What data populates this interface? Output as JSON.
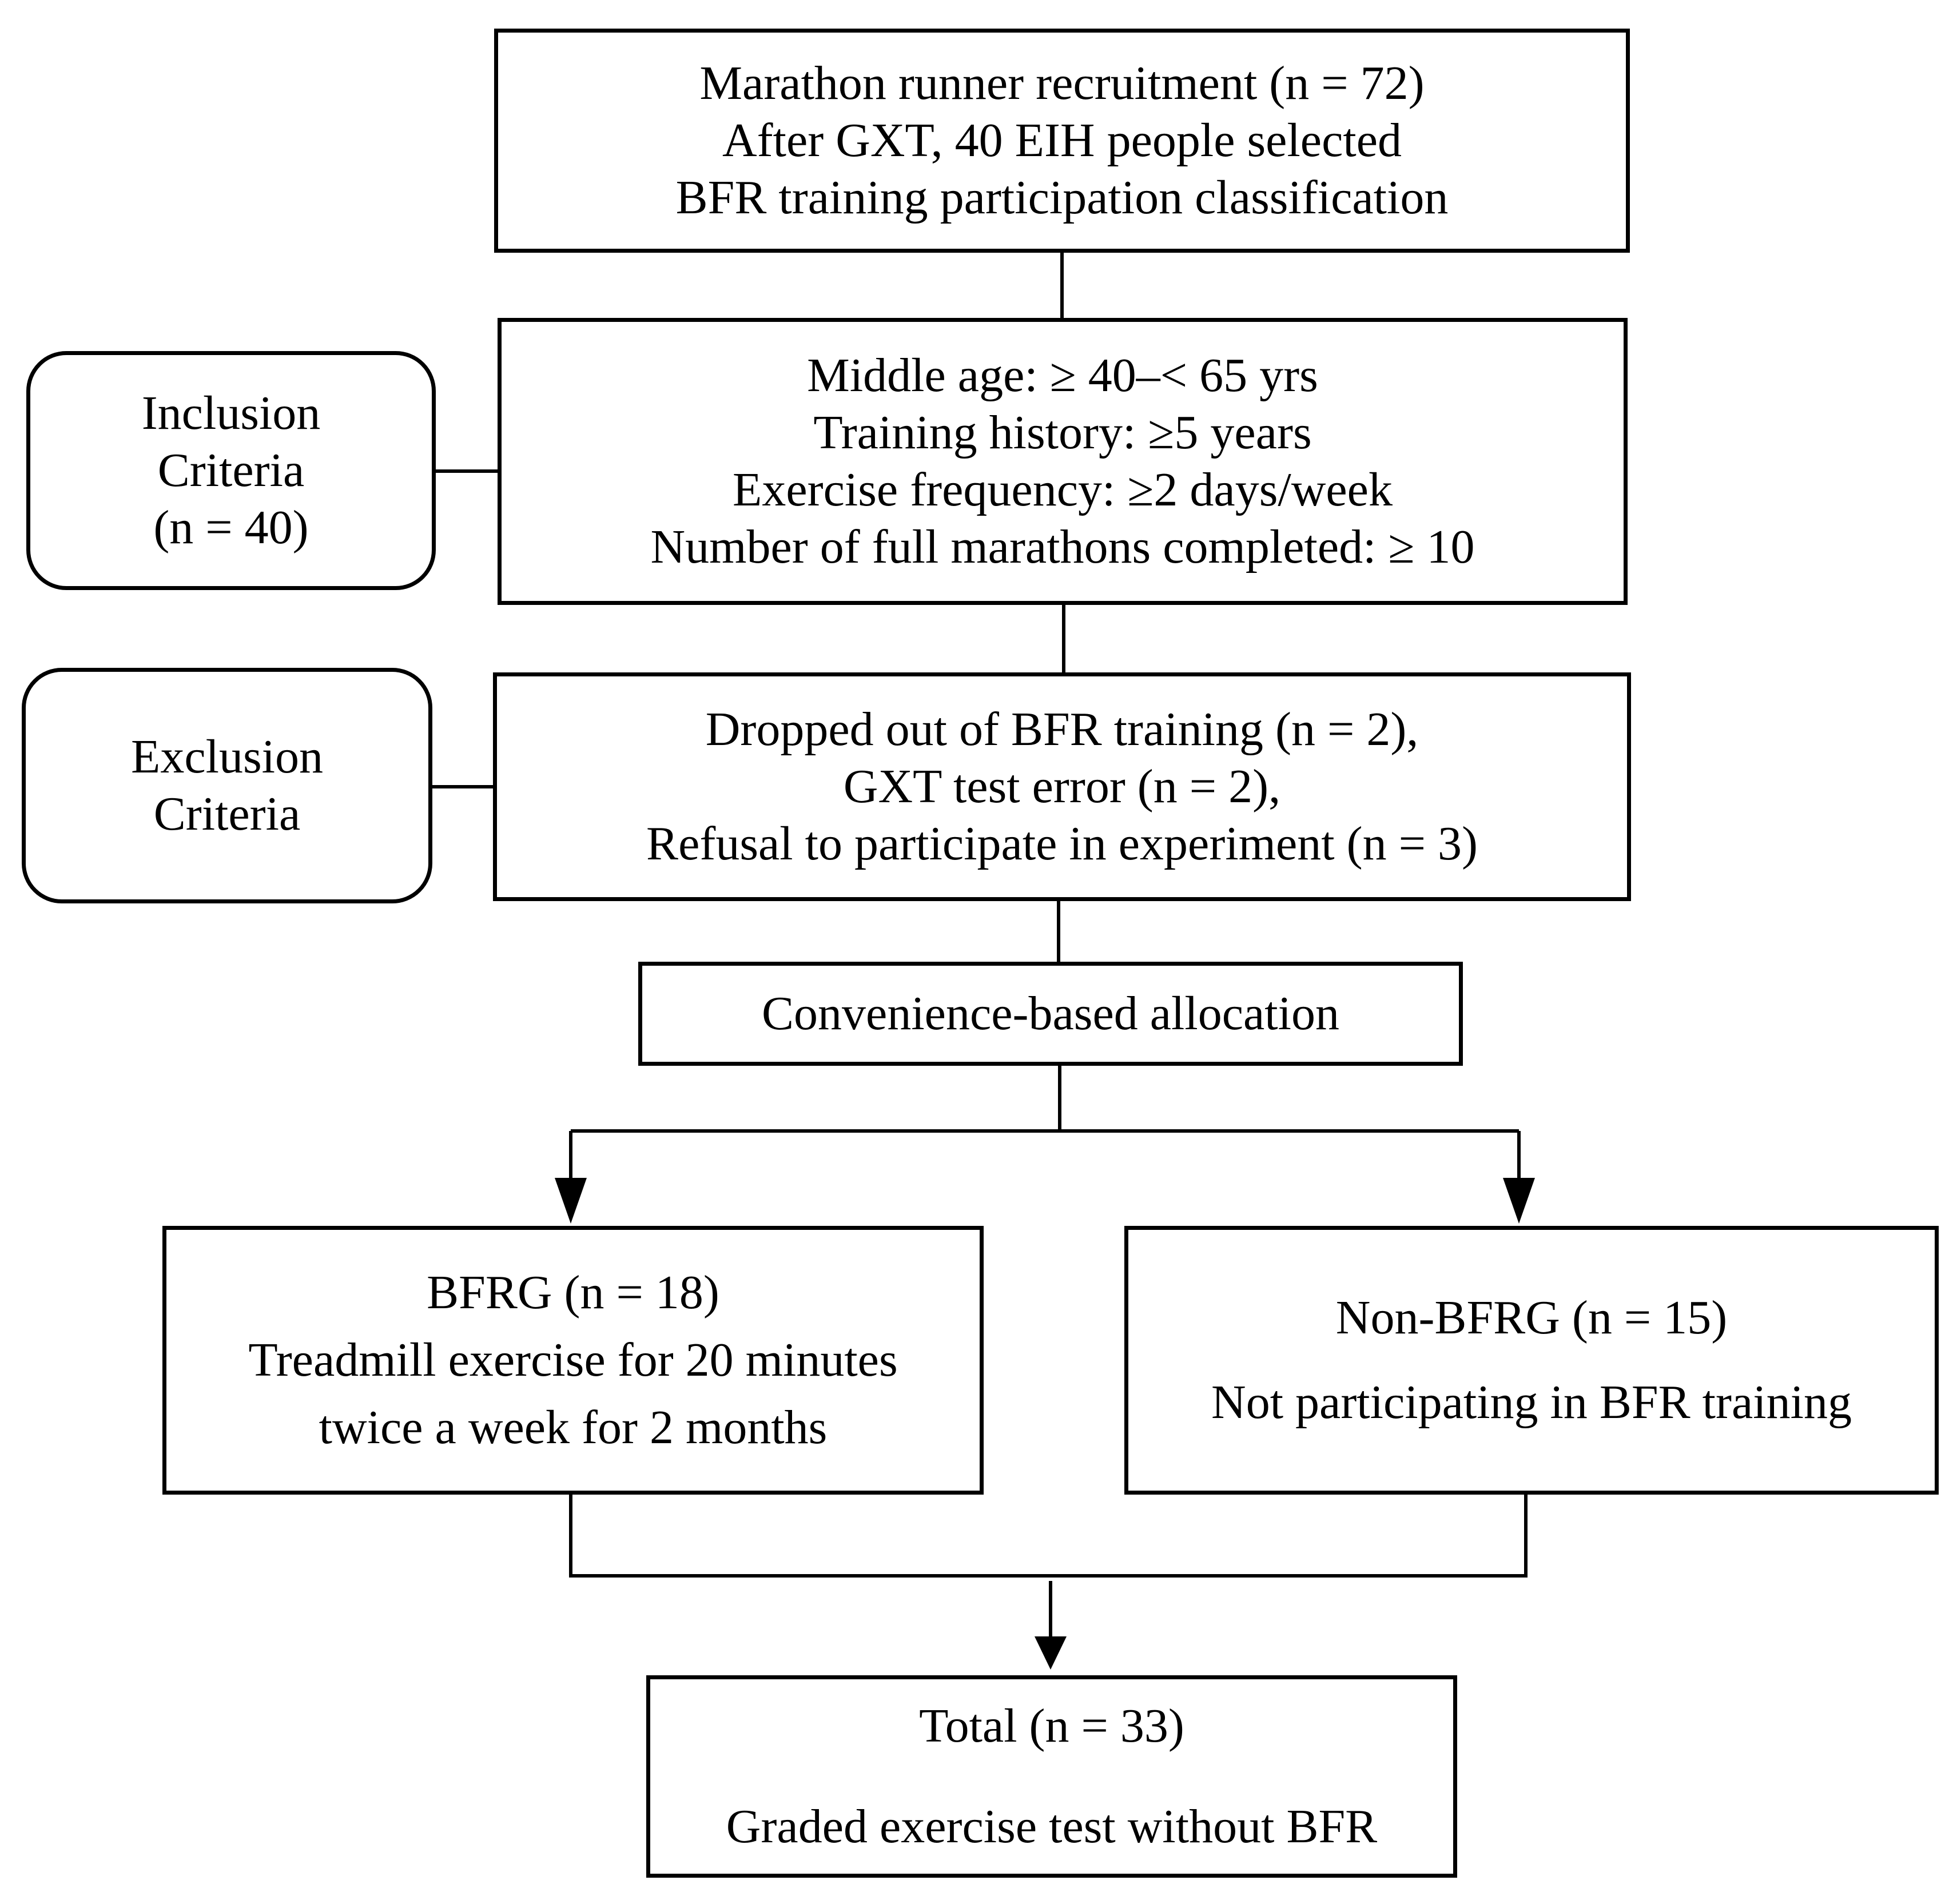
{
  "boxes": {
    "recruitment": [
      "Marathon runner recruitment (n = 72)",
      "After GXT, 40 EIH people selected",
      "BFR training participation classification"
    ],
    "inclusion_label": [
      "Inclusion",
      "Criteria",
      "(n = 40)"
    ],
    "inclusion_criteria": [
      "Middle age: ≥ 40–< 65 yrs",
      "Training history: ≥5 years",
      "Exercise frequency: ≥2 days/week",
      "Number of full marathons completed: ≥ 10"
    ],
    "exclusion_label": [
      "Exclusion",
      "Criteria"
    ],
    "exclusion_criteria": [
      "Dropped out of BFR training (n = 2),",
      "GXT test error (n = 2),",
      "Refusal to participate in experiment (n = 3)"
    ],
    "allocation": [
      "Convenience-based allocation"
    ],
    "bfrg": [
      "BFRG (n = 18)",
      "Treadmill exercise for 20 minutes",
      "twice a week for 2 months"
    ],
    "non_bfrg": [
      "Non-BFRG (n = 15)",
      "Not participating in BFR training"
    ],
    "total": [
      "Total (n = 33)",
      "Graded exercise test without BFR"
    ]
  }
}
